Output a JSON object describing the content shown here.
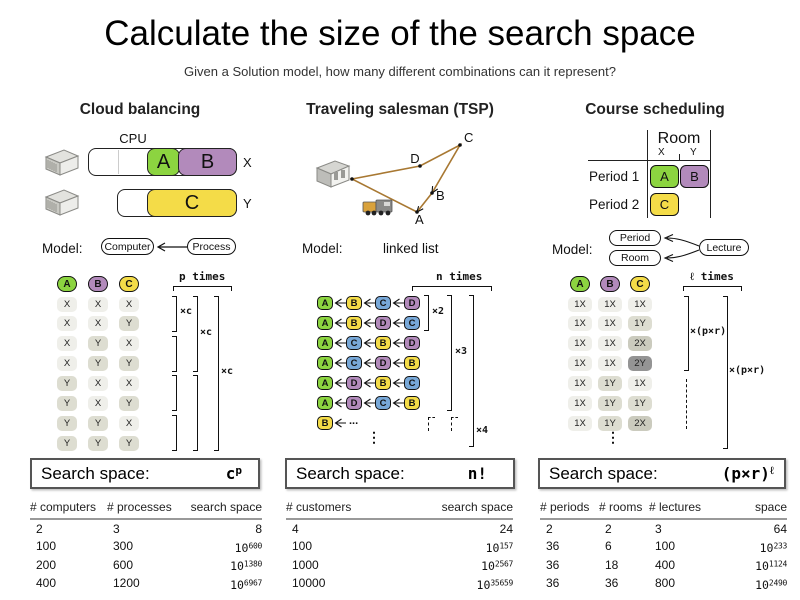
{
  "title": "Calculate the size of the search space",
  "subtitle": "Given a Solution model, how many different combinations can it represent?",
  "colors": {
    "green": "#8CD440",
    "purple": "#B28ABB",
    "yellow": "#F4DC48",
    "blue": "#78A8D8",
    "route": "#A87832",
    "cell_light": "#EFEFEA",
    "cell_mid": "#DDDDD1",
    "cell_dark": "#CBCBBE",
    "cell_darkest": "#949494"
  },
  "cloud": {
    "header": "Cloud balancing",
    "cpu_label": "CPU",
    "rows": [
      {
        "label": "X",
        "blocks": [
          {
            "name": "A",
            "color": "green"
          },
          {
            "name": "B",
            "color": "purple"
          }
        ]
      },
      {
        "label": "Y",
        "blocks": [
          {
            "name": "C",
            "color": "yellow"
          }
        ]
      }
    ],
    "model_label": "Model:",
    "model_to": "Computer",
    "model_from": "Process",
    "combo": {
      "badges": [
        {
          "label": "A",
          "color": "green"
        },
        {
          "label": "B",
          "color": "purple"
        },
        {
          "label": "C",
          "color": "yellow"
        }
      ],
      "rows": [
        [
          "X",
          "X",
          "X"
        ],
        [
          "X",
          "X",
          "Y"
        ],
        [
          "X",
          "Y",
          "X"
        ],
        [
          "X",
          "Y",
          "Y"
        ],
        [
          "Y",
          "X",
          "X"
        ],
        [
          "Y",
          "X",
          "Y"
        ],
        [
          "Y",
          "Y",
          "X"
        ],
        [
          "Y",
          "Y",
          "Y"
        ]
      ],
      "times_label": "p times",
      "bracket_labels": [
        "×c",
        "×c",
        "×c"
      ]
    },
    "search_space": {
      "label": "Search space:",
      "formula_base": "c",
      "formula_sup": "p"
    },
    "table": {
      "headers": [
        "# computers",
        "# processes",
        "search space"
      ],
      "rows": [
        [
          "2",
          "3",
          "8"
        ],
        [
          "100",
          "300",
          "10^600"
        ],
        [
          "200",
          "600",
          "10^1380"
        ],
        [
          "400",
          "1200",
          "10^6967"
        ]
      ]
    }
  },
  "tsp": {
    "header": "Traveling salesman (TSP)",
    "cities": [
      "A",
      "B",
      "C",
      "D"
    ],
    "model_label": "Model:",
    "model_value": "linked list",
    "combo": {
      "times_label": "n times",
      "chains": [
        [
          "A",
          "B",
          "C",
          "D"
        ],
        [
          "A",
          "B",
          "D",
          "C"
        ],
        [
          "A",
          "C",
          "B",
          "D"
        ],
        [
          "A",
          "C",
          "D",
          "B"
        ],
        [
          "A",
          "D",
          "B",
          "C"
        ],
        [
          "A",
          "D",
          "C",
          "B"
        ]
      ],
      "partial_chain": {
        "node": "B",
        "ellipsis": "..."
      },
      "node_colors": {
        "A": "green",
        "B": "yellow",
        "C": "blue",
        "D": "purple"
      },
      "bracket_labels": [
        "×2",
        "×3",
        "×4"
      ],
      "vdots": "⋮"
    },
    "search_space": {
      "label": "Search space:",
      "formula_base": "n!",
      "formula_sup": ""
    },
    "table": {
      "headers": [
        "# customers",
        "search space"
      ],
      "rows": [
        [
          "4",
          "24"
        ],
        [
          "100",
          "10^157"
        ],
        [
          "1000",
          "10^2567"
        ],
        [
          "10000",
          "10^35659"
        ]
      ]
    }
  },
  "course": {
    "header": "Course scheduling",
    "grid": {
      "room_label": "Room",
      "col_labels": [
        "X",
        "Y"
      ],
      "period_rows": [
        {
          "label": "Period 1",
          "cells": [
            {
              "name": "A",
              "color": "green"
            },
            {
              "name": "B",
              "color": "purple"
            }
          ]
        },
        {
          "label": "Period 2",
          "cells": [
            {
              "name": "C",
              "color": "yellow"
            }
          ]
        }
      ]
    },
    "model_label": "Model:",
    "model_targets": [
      "Period",
      "Room"
    ],
    "model_source": "Lecture",
    "combo": {
      "badges": [
        {
          "label": "A",
          "color": "green"
        },
        {
          "label": "B",
          "color": "purple"
        },
        {
          "label": "C",
          "color": "yellow"
        }
      ],
      "rows": [
        [
          "1X",
          "1X",
          "1X"
        ],
        [
          "1X",
          "1X",
          "1Y"
        ],
        [
          "1X",
          "1X",
          "2X"
        ],
        [
          "1X",
          "1X",
          "2Y"
        ],
        [
          "1X",
          "1Y",
          "1X"
        ],
        [
          "1X",
          "1Y",
          "1Y"
        ],
        [
          "1X",
          "1Y",
          "2X"
        ]
      ],
      "times_label": "ℓ times",
      "bracket_labels": [
        "×(p×r)",
        "×(p×r)"
      ],
      "vdots": "⋮"
    },
    "search_space": {
      "label": "Search space:",
      "formula_base": "(p×r)",
      "formula_sup": "ℓ"
    },
    "table": {
      "headers": [
        "# periods",
        "# rooms",
        "# lectures",
        "space"
      ],
      "rows": [
        [
          "2",
          "2",
          "3",
          "64"
        ],
        [
          "36",
          "6",
          "100",
          "10^233"
        ],
        [
          "36",
          "18",
          "400",
          "10^1124"
        ],
        [
          "36",
          "36",
          "800",
          "10^2490"
        ]
      ]
    }
  }
}
